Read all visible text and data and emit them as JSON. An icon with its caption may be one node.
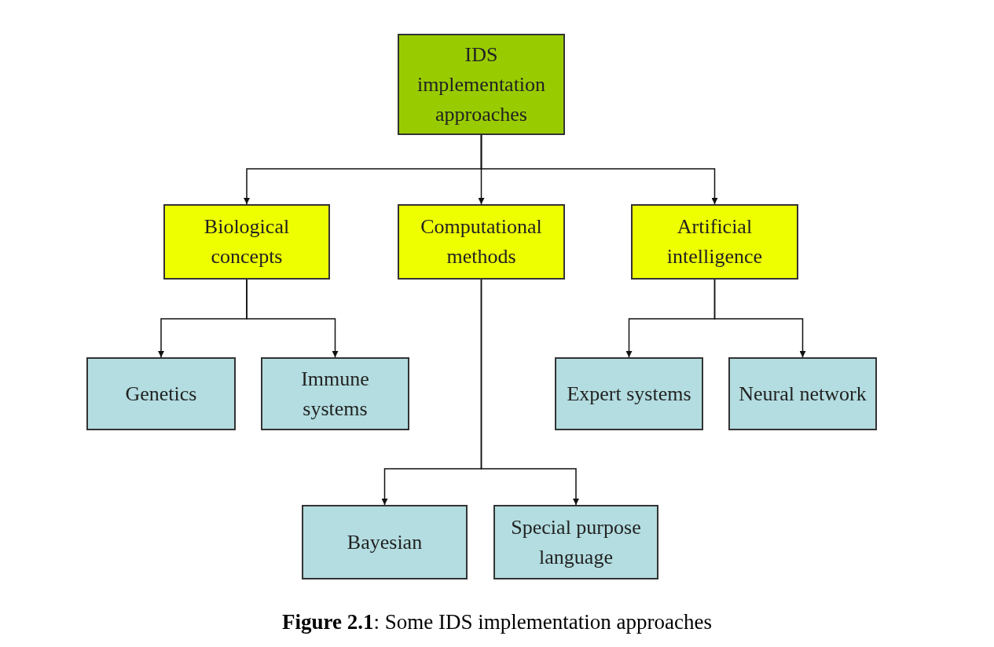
{
  "diagram": {
    "caption": "**Figure 2.1**: Some IDS implementation approaches",
    "nodes": [
      {
        "text": [
          "IDS implementation approaches"
        ]
      },
      {
        "text": [
          "Biological concepts"
        ]
      },
      {
        "text": [
          "Computational methods"
        ]
      },
      {
        "text": [
          "Artificial intelligence"
        ]
      },
      {
        "text": [
          "Genetics"
        ]
      },
      {
        "text": [
          "Immune systems"
        ]
      },
      {
        "text": [
          "Expert systems"
        ]
      },
      {
        "text": [
          "Neural network"
        ]
      },
      {
        "text": [
          "Bayesian"
        ]
      },
      {
        "text": [
          "Special purpose language"
        ]
      }
    ],
    "edges": [
      {
        "from": 0,
        "to": 1,
        "arrow": "to"
      },
      {
        "from": 0,
        "to": 2,
        "arrow": "to"
      },
      {
        "from": 0,
        "to": 3,
        "arrow": "to"
      },
      {
        "from": 1,
        "to": 4,
        "arrow": "to"
      },
      {
        "from": 1,
        "to": 5,
        "arrow": "to"
      },
      {
        "from": 3,
        "to": 6,
        "arrow": "to"
      },
      {
        "from": 3,
        "to": 7,
        "arrow": "to"
      },
      {
        "from": 2,
        "to": 8,
        "arrow": "to"
      },
      {
        "from": 2,
        "to": 9,
        "arrow": "to"
      }
    ]
  }
}
